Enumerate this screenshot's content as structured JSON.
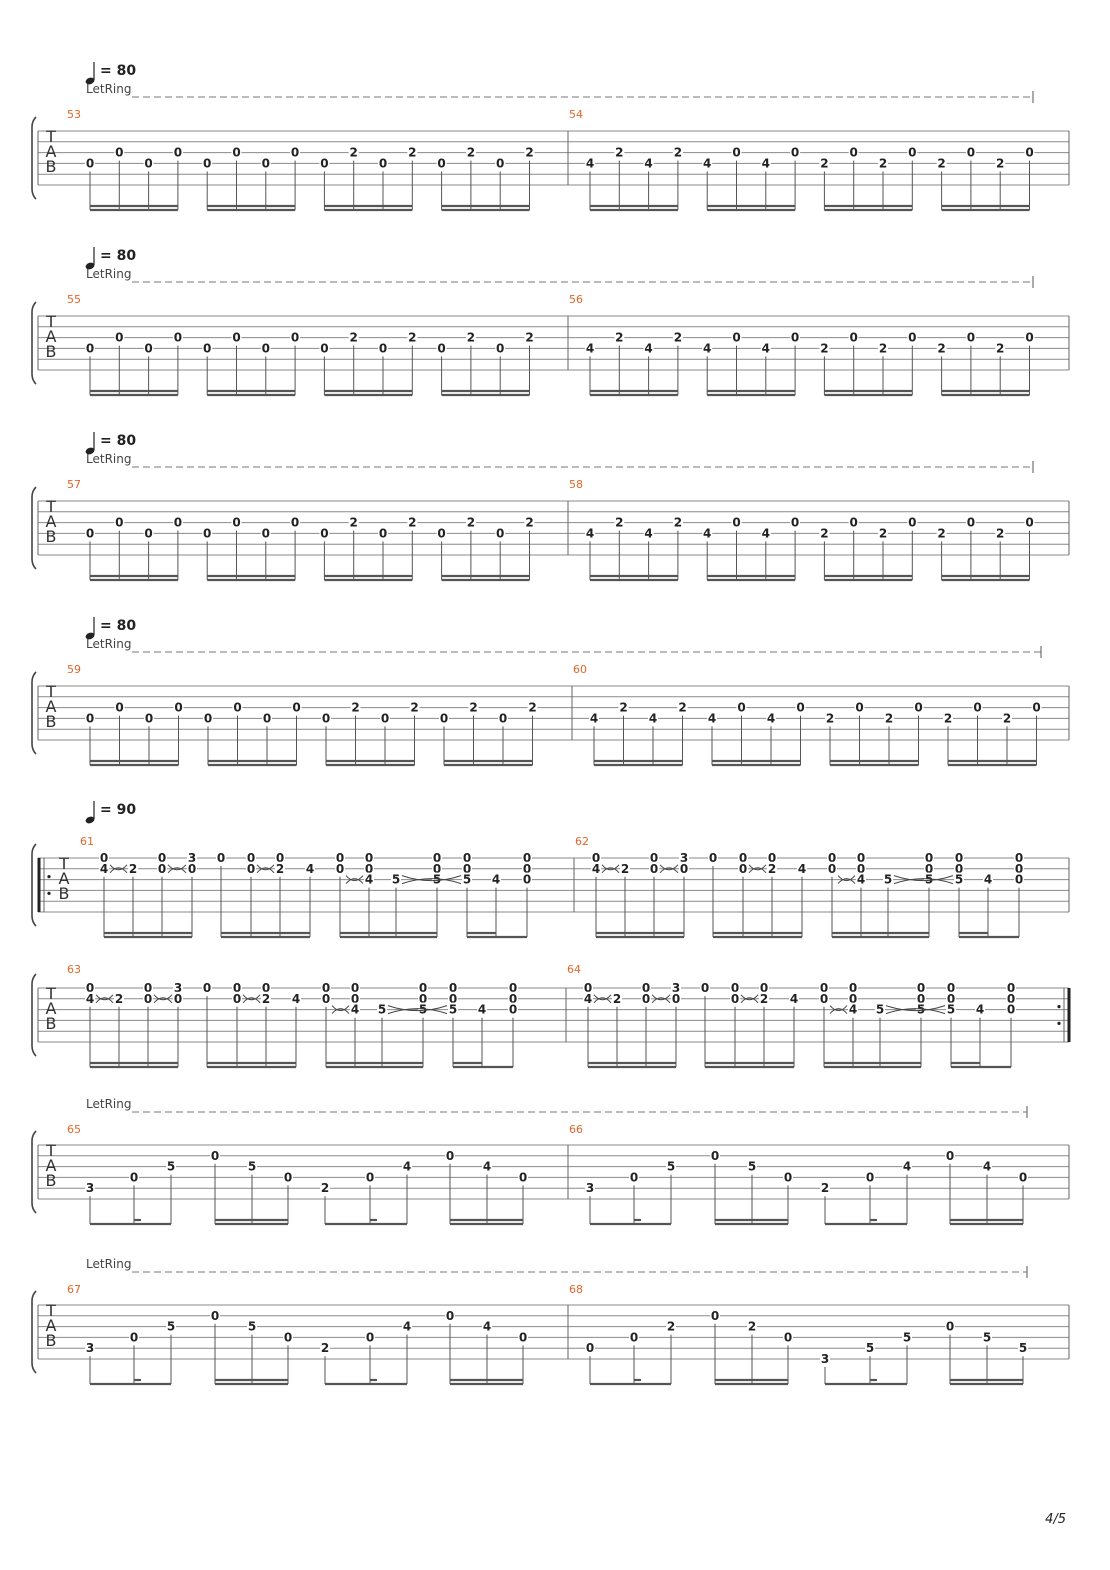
{
  "page": {
    "number": "4/5"
  },
  "labels": {
    "letring": "LetRing",
    "tab": [
      "T",
      "A",
      "B"
    ]
  },
  "systems": [
    {
      "tempo": "= 80",
      "letring": true,
      "measures": [
        {
          "number": "53",
          "notes": [
            [
              "0",
              4
            ],
            [
              "0",
              3
            ],
            [
              "0",
              4
            ],
            [
              "0",
              3
            ],
            [
              "0",
              4
            ],
            [
              "0",
              3
            ],
            [
              "0",
              4
            ],
            [
              "0",
              3
            ],
            [
              "0",
              4
            ],
            [
              "2",
              3
            ],
            [
              "0",
              4
            ],
            [
              "2",
              3
            ],
            [
              "0",
              4
            ],
            [
              "2",
              3
            ],
            [
              "0",
              4
            ],
            [
              "2",
              3
            ]
          ]
        },
        {
          "number": "54",
          "notes": [
            [
              "4",
              4
            ],
            [
              "2",
              3
            ],
            [
              "4",
              4
            ],
            [
              "2",
              3
            ],
            [
              "4",
              4
            ],
            [
              "0",
              3
            ],
            [
              "4",
              4
            ],
            [
              "0",
              3
            ],
            [
              "2",
              4
            ],
            [
              "0",
              3
            ],
            [
              "2",
              4
            ],
            [
              "0",
              3
            ],
            [
              "2",
              4
            ],
            [
              "0",
              3
            ],
            [
              "2",
              4
            ],
            [
              "0",
              3
            ]
          ]
        }
      ]
    },
    {
      "tempo": "= 80",
      "letring": true,
      "measures": [
        {
          "number": "55",
          "notes": [
            [
              "0",
              4
            ],
            [
              "0",
              3
            ],
            [
              "0",
              4
            ],
            [
              "0",
              3
            ],
            [
              "0",
              4
            ],
            [
              "0",
              3
            ],
            [
              "0",
              4
            ],
            [
              "0",
              3
            ],
            [
              "0",
              4
            ],
            [
              "2",
              3
            ],
            [
              "0",
              4
            ],
            [
              "2",
              3
            ],
            [
              "0",
              4
            ],
            [
              "2",
              3
            ],
            [
              "0",
              4
            ],
            [
              "2",
              3
            ]
          ]
        },
        {
          "number": "56",
          "notes": [
            [
              "4",
              4
            ],
            [
              "2",
              3
            ],
            [
              "4",
              4
            ],
            [
              "2",
              3
            ],
            [
              "4",
              4
            ],
            [
              "0",
              3
            ],
            [
              "4",
              4
            ],
            [
              "0",
              3
            ],
            [
              "2",
              4
            ],
            [
              "0",
              3
            ],
            [
              "2",
              4
            ],
            [
              "0",
              3
            ],
            [
              "2",
              4
            ],
            [
              "0",
              3
            ],
            [
              "2",
              4
            ],
            [
              "0",
              3
            ]
          ]
        }
      ]
    },
    {
      "tempo": "= 80",
      "letring": true,
      "measures": [
        {
          "number": "57",
          "notes": [
            [
              "0",
              4
            ],
            [
              "0",
              3
            ],
            [
              "0",
              4
            ],
            [
              "0",
              3
            ],
            [
              "0",
              4
            ],
            [
              "0",
              3
            ],
            [
              "0",
              4
            ],
            [
              "0",
              3
            ],
            [
              "0",
              4
            ],
            [
              "2",
              3
            ],
            [
              "0",
              4
            ],
            [
              "2",
              3
            ],
            [
              "0",
              4
            ],
            [
              "2",
              3
            ],
            [
              "0",
              4
            ],
            [
              "2",
              3
            ]
          ]
        },
        {
          "number": "58",
          "notes": [
            [
              "4",
              4
            ],
            [
              "2",
              3
            ],
            [
              "4",
              4
            ],
            [
              "2",
              3
            ],
            [
              "4",
              4
            ],
            [
              "0",
              3
            ],
            [
              "4",
              4
            ],
            [
              "0",
              3
            ],
            [
              "2",
              4
            ],
            [
              "0",
              3
            ],
            [
              "2",
              4
            ],
            [
              "0",
              3
            ],
            [
              "2",
              4
            ],
            [
              "0",
              3
            ],
            [
              "2",
              4
            ],
            [
              "0",
              3
            ]
          ]
        }
      ]
    },
    {
      "tempo": "= 80",
      "letring": true,
      "measures": [
        {
          "number": "59",
          "notes": [
            [
              "0",
              4
            ],
            [
              "0",
              3
            ],
            [
              "0",
              4
            ],
            [
              "0",
              3
            ],
            [
              "0",
              4
            ],
            [
              "0",
              3
            ],
            [
              "0",
              4
            ],
            [
              "0",
              3
            ],
            [
              "0",
              4
            ],
            [
              "2",
              3
            ],
            [
              "0",
              4
            ],
            [
              "2",
              3
            ],
            [
              "0",
              4
            ],
            [
              "2",
              3
            ],
            [
              "0",
              4
            ],
            [
              "2",
              3
            ]
          ]
        },
        {
          "number": "60",
          "notes": [
            [
              "4",
              4
            ],
            [
              "2",
              3
            ],
            [
              "4",
              4
            ],
            [
              "2",
              3
            ],
            [
              "4",
              4
            ],
            [
              "0",
              3
            ],
            [
              "4",
              4
            ],
            [
              "0",
              3
            ],
            [
              "2",
              4
            ],
            [
              "0",
              3
            ],
            [
              "2",
              4
            ],
            [
              "0",
              3
            ],
            [
              "2",
              4
            ],
            [
              "0",
              3
            ],
            [
              "2",
              4
            ],
            [
              "0",
              3
            ]
          ]
        }
      ]
    },
    {
      "tempo": "= 90",
      "letring": false,
      "repeat_start": true,
      "measures": [
        {
          "number": "62",
          "notes": []
        },
        {
          "number": "61",
          "notes": []
        }
      ]
    },
    {
      "tempo": "",
      "letring": false,
      "repeat_end": true,
      "measures": [
        {
          "number": "63",
          "notes": []
        },
        {
          "number": "64",
          "notes": []
        }
      ]
    },
    {
      "tempo": "",
      "letring": true,
      "measures": [
        {
          "number": "65",
          "notes": [
            [
              "3",
              5
            ],
            [
              "0",
              4
            ],
            [
              "5",
              3
            ],
            [
              "0",
              2
            ],
            [
              "5",
              3
            ],
            [
              "0",
              4
            ],
            [
              "2",
              5
            ],
            [
              "0",
              4
            ],
            [
              "4",
              3
            ],
            [
              "0",
              2
            ],
            [
              "4",
              3
            ],
            [
              "0",
              4
            ]
          ]
        },
        {
          "number": "66",
          "notes": [
            [
              "3",
              5
            ],
            [
              "0",
              4
            ],
            [
              "5",
              3
            ],
            [
              "0",
              2
            ],
            [
              "5",
              3
            ],
            [
              "0",
              4
            ],
            [
              "2",
              5
            ],
            [
              "0",
              4
            ],
            [
              "4",
              3
            ],
            [
              "0",
              2
            ],
            [
              "4",
              3
            ],
            [
              "0",
              4
            ]
          ]
        }
      ]
    },
    {
      "tempo": "",
      "letring": true,
      "measures": [
        {
          "number": "67",
          "notes": [
            [
              "3",
              5
            ],
            [
              "0",
              4
            ],
            [
              "5",
              3
            ],
            [
              "0",
              2
            ],
            [
              "5",
              3
            ],
            [
              "0",
              4
            ],
            [
              "2",
              5
            ],
            [
              "0",
              4
            ],
            [
              "4",
              3
            ],
            [
              "0",
              2
            ],
            [
              "4",
              3
            ],
            [
              "0",
              4
            ]
          ]
        },
        {
          "number": "68",
          "notes": [
            [
              "0",
              5
            ],
            [
              "0",
              4
            ],
            [
              "2",
              3
            ],
            [
              "0",
              2
            ],
            [
              "2",
              3
            ],
            [
              "0",
              4
            ],
            [
              "3",
              6
            ],
            [
              "5",
              5
            ],
            [
              "5",
              4
            ],
            [
              "0",
              3
            ],
            [
              "5",
              4
            ],
            [
              "5",
              5
            ]
          ]
        }
      ]
    }
  ],
  "complex_pattern": [
    [
      "0",
      "4",
      "",
      "",
      "",
      ""
    ],
    [
      "",
      "2",
      "",
      "",
      "",
      ""
    ],
    [
      "0",
      "0",
      "",
      "",
      "",
      ""
    ],
    [
      "3",
      "0",
      "",
      "",
      "",
      ""
    ],
    [
      "0",
      "",
      "",
      "",
      "",
      ""
    ],
    [
      "0",
      "0",
      "",
      "",
      "",
      ""
    ],
    [
      "0",
      "2",
      "",
      "",
      "",
      ""
    ],
    [
      "",
      "4",
      "",
      "",
      "",
      ""
    ],
    [
      "0",
      "0",
      "",
      "",
      "",
      ""
    ],
    [
      "0",
      "0",
      "4",
      "",
      "",
      ""
    ],
    [
      "",
      "",
      "5",
      "",
      "",
      ""
    ],
    [
      "0",
      "0",
      "5",
      "",
      "",
      ""
    ],
    [
      "0",
      "0",
      "5",
      "",
      "",
      ""
    ],
    [
      "",
      "",
      "4",
      "",
      "",
      ""
    ],
    [
      "0",
      "0",
      "0",
      "",
      "",
      ""
    ]
  ]
}
